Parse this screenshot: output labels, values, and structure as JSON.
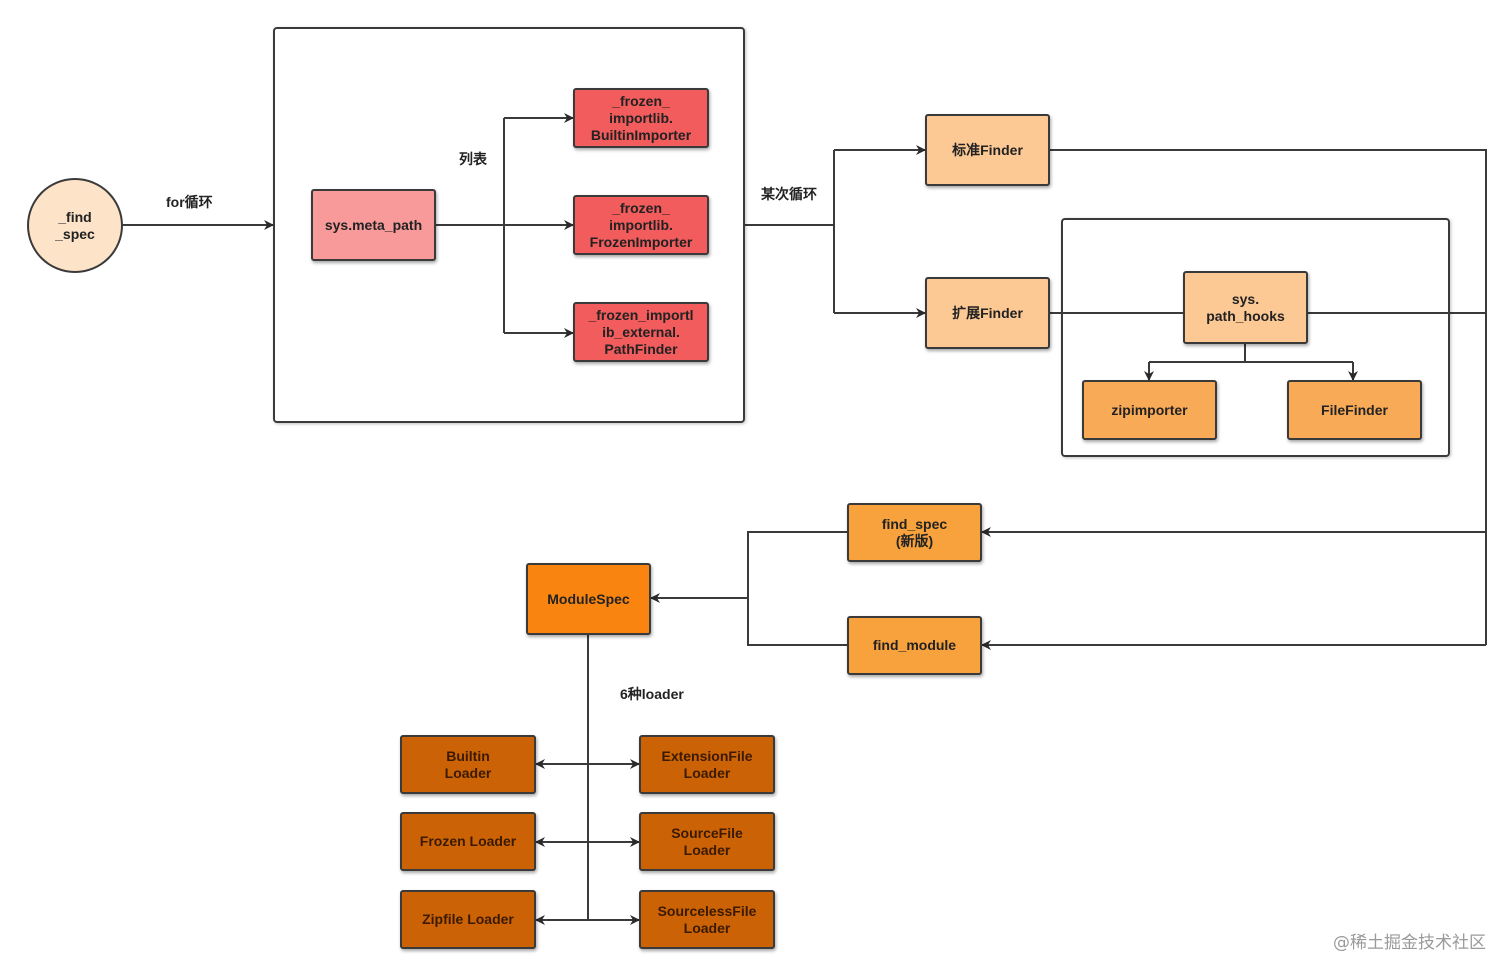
{
  "start": {
    "label": "_find\n_spec"
  },
  "edges": {
    "for_loop": "for循环",
    "list": "列表",
    "some_loop": "某次循环",
    "six_loaders": "6种loader"
  },
  "meta_path": {
    "label": "sys.meta_path"
  },
  "importers": [
    {
      "label": "_frozen_\nimportlib.\nBuiltinImporter"
    },
    {
      "label": "_frozen_\nimportlib.\nFrozenImporter"
    },
    {
      "label": "_frozen_importl\nib_external.\nPathFinder"
    }
  ],
  "finders": {
    "standard": "标准Finder",
    "extended": "扩展Finder"
  },
  "path_hooks": {
    "label": "sys.\npath_hooks",
    "children": [
      "zipimporter",
      "FileFinder"
    ]
  },
  "find_methods": {
    "find_spec": "find_spec\n(新版)",
    "find_module": "find_module"
  },
  "module_spec": {
    "label": "ModuleSpec"
  },
  "loaders": {
    "left": [
      "Builtin\nLoader",
      "Frozen Loader",
      "Zipfile Loader"
    ],
    "right": [
      "ExtensionFile\nLoader",
      "SourceFile\nLoader",
      "SourcelessFile\nLoader"
    ]
  },
  "watermark": "@稀土掘金技术社区",
  "colors": {
    "start": "#fde3c8",
    "meta_path": "#f99a9a",
    "importer": "#f25c5c",
    "finder": "#fcc894",
    "hook_child": "#f9aa56",
    "find_method": "#f8a23e",
    "module_spec": "#f98510",
    "loader": "#cc6206",
    "line": "#3a3a3a"
  }
}
